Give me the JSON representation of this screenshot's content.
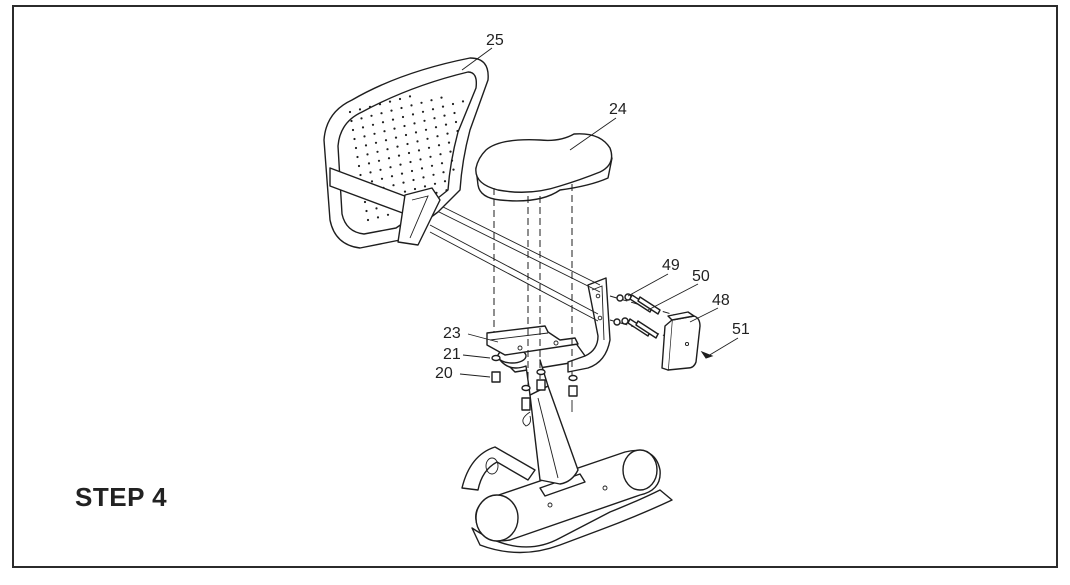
{
  "step": {
    "title": "STEP 4"
  },
  "callouts": [
    {
      "id": "25",
      "label": "25"
    },
    {
      "id": "24",
      "label": "24"
    },
    {
      "id": "49",
      "label": "49"
    },
    {
      "id": "50",
      "label": "50"
    },
    {
      "id": "48",
      "label": "48"
    },
    {
      "id": "51",
      "label": "51"
    },
    {
      "id": "23",
      "label": "23"
    },
    {
      "id": "21",
      "label": "21"
    },
    {
      "id": "20",
      "label": "20"
    }
  ],
  "parts": [
    "backrest",
    "seat",
    "seat-rail",
    "backrest-bracket",
    "end-cap",
    "seat-post",
    "base-stabilizer",
    "bolts",
    "washers"
  ]
}
